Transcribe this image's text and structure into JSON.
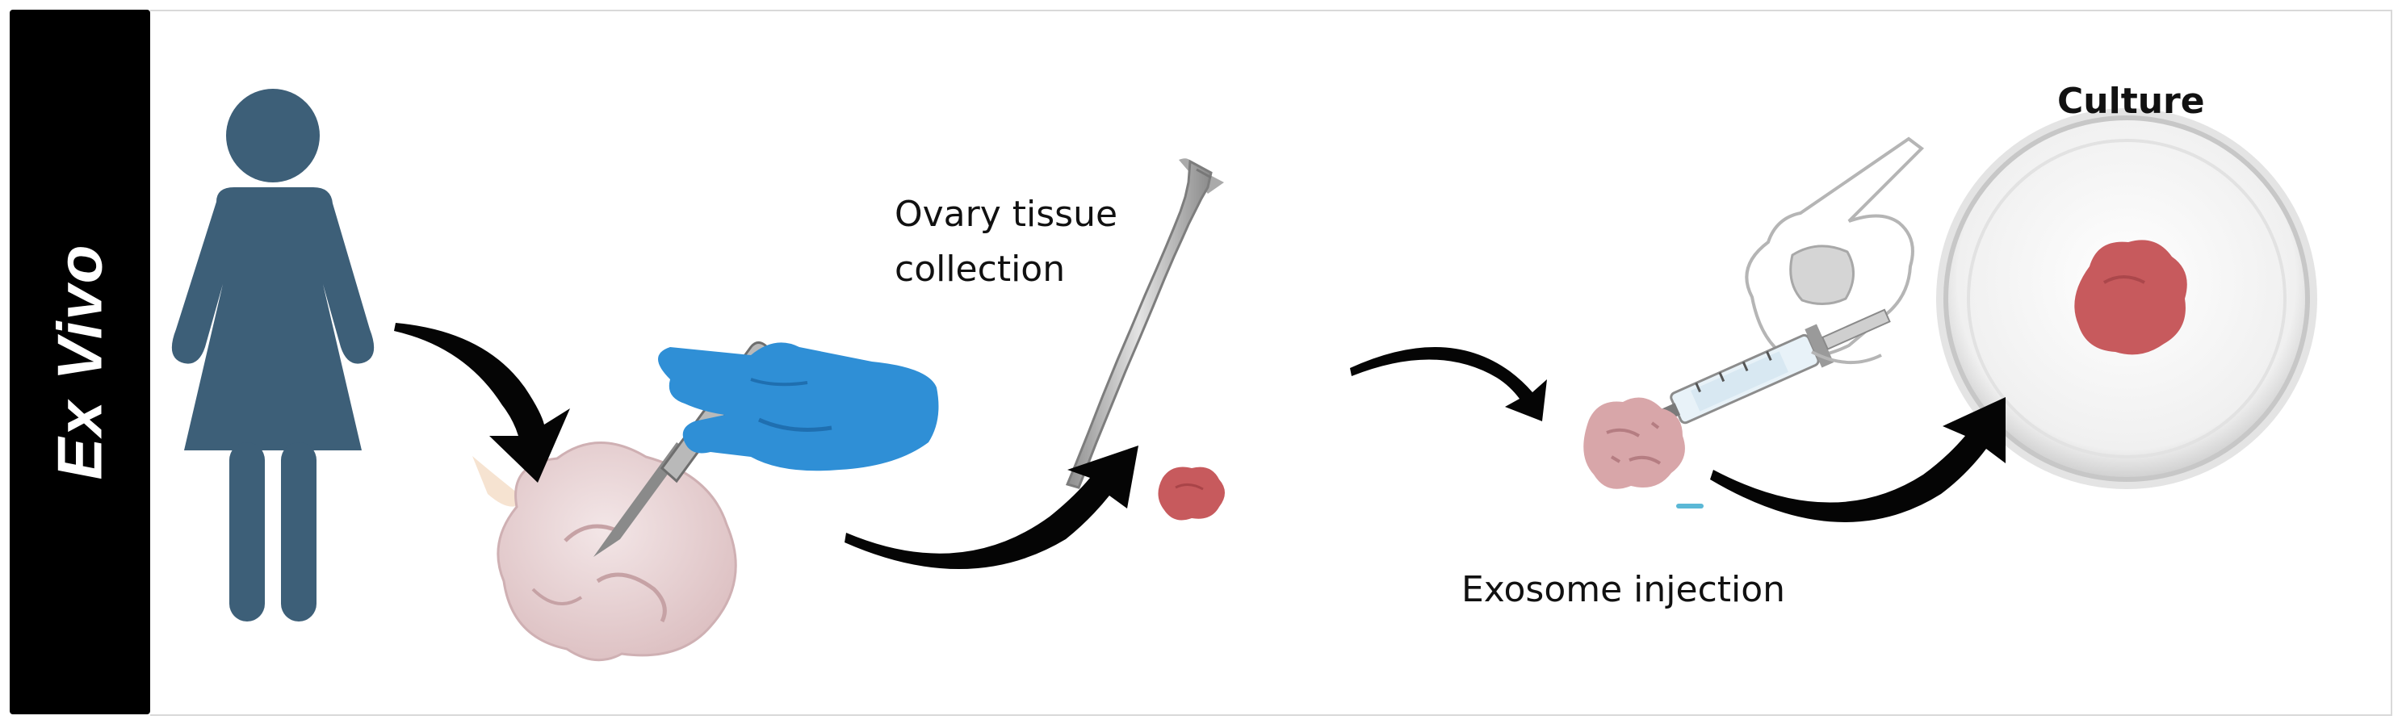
{
  "sidebar": {
    "label": "Ex Vivo"
  },
  "steps": {
    "tissue_collection": {
      "line1": "Ovary tissue",
      "line2": "collection"
    },
    "exosome_injection": {
      "label": "Exosome injection"
    },
    "culture": {
      "label": "Culture"
    }
  },
  "colors": {
    "person": "#3d5f78",
    "glove": "#2f8fd6",
    "ovary": "#ead6d7",
    "tissue": "#c75a5d",
    "arrow": "#050505",
    "sidebar": "#000000"
  },
  "icons": [
    "woman-icon",
    "gloved-hand-scalpel-icon",
    "ovary-icon",
    "forceps-icon",
    "tissue-fragment-icon",
    "hand-syringe-icon",
    "petri-dish-icon",
    "curved-arrow-icon"
  ]
}
